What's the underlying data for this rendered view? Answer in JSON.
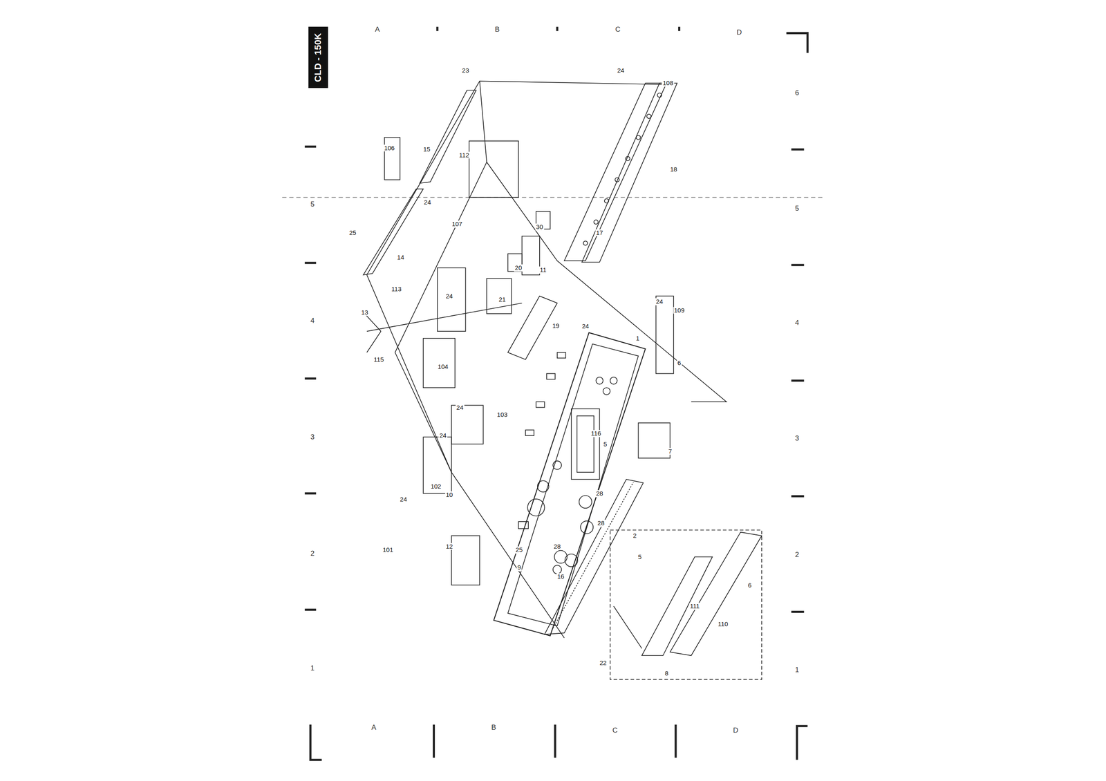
{
  "diagram": {
    "nodes": [
      {
        "text": [
          "CLD - 150K"
        ]
      }
    ],
    "labels": [
      "A",
      "B",
      "C",
      "D",
      "A",
      "B",
      "C",
      "D",
      "6",
      "5",
      "4",
      "3",
      "2",
      "1",
      "5",
      "4",
      "3",
      "2",
      "1",
      "23",
      "24",
      "108",
      "106",
      "15",
      "112",
      "24",
      "18",
      "25",
      "14",
      "107",
      "30",
      "17",
      "20",
      "11",
      "113",
      "24",
      "21",
      "13",
      "24",
      "109",
      "115",
      "104",
      "19",
      "24",
      "1",
      "6",
      "24",
      "103",
      "24",
      "116",
      "5",
      "102",
      "7",
      "10",
      "24",
      "28",
      "28",
      "2",
      "5",
      "101",
      "12",
      "25",
      "9",
      "16",
      "28",
      "6",
      "111",
      "110",
      "22",
      "8"
    ]
  }
}
